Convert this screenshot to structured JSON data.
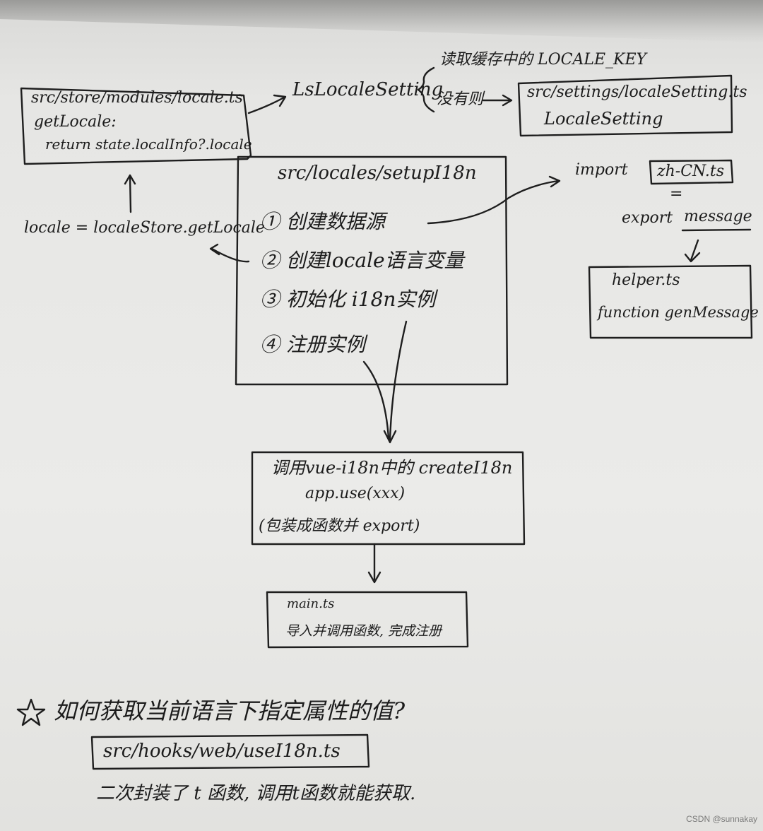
{
  "store_box": {
    "path": "src/store/modules/locale.ts",
    "getter": "getLocale:",
    "return": "return state.localInfo?.locale"
  },
  "ls_setting": "LsLocaleSetting",
  "ls_branch": {
    "read": "读取缓存中的 LOCALE_KEY",
    "none": "没有则"
  },
  "settings_box": {
    "path": "src/settings/localeSetting.ts",
    "name": "LocaleSetting"
  },
  "locale_assign": "locale = localeStore.getLocale",
  "setup_box": {
    "title": "src/locales/setupI18n",
    "steps": [
      "① 创建数据源",
      "② 创建locale语言变量",
      "③ 初始化 i18n实例",
      "④ 注册实例"
    ]
  },
  "import_label": "import",
  "zh_file": "zh-CN.ts",
  "equals_sign": "=",
  "export_line": {
    "prefix": "export",
    "name": "message"
  },
  "helper_box": {
    "file": "helper.ts",
    "func": "function genMessage"
  },
  "create_box": {
    "line1": "调用vue-i18n中的 createI18n",
    "line2": "app.use(xxx)",
    "line3": "(包装成函数并 export)"
  },
  "main_box": {
    "file": "main.ts",
    "desc": "导入并调用函数, 完成注册"
  },
  "question": "如何获取当前语言下指定属性的值?",
  "hook_file": "src/hooks/web/useI18n.ts",
  "hook_desc": "二次封装了 t 函数, 调用t函数就能获取.",
  "watermark": "CSDN @sunnakay"
}
